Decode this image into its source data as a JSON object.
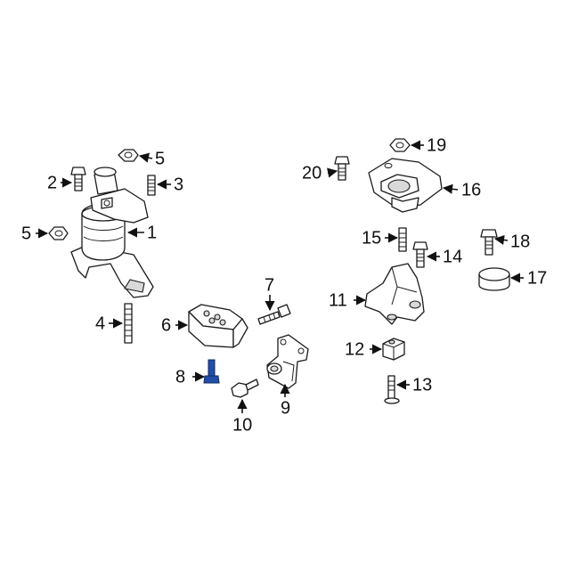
{
  "colors": {
    "background": "#ffffff",
    "line": "#1a1a1a",
    "highlight": "#1f4fa8"
  },
  "callouts": {
    "c1": "1",
    "c2": "2",
    "c3": "3",
    "c4": "4",
    "c5a": "5",
    "c5b": "5",
    "c6": "6",
    "c7": "7",
    "c8": "8",
    "c9": "9",
    "c10": "10",
    "c11": "11",
    "c12": "12",
    "c13": "13",
    "c14": "14",
    "c15": "15",
    "c16": "16",
    "c17": "17",
    "c18": "18",
    "c19": "19",
    "c20": "20"
  }
}
